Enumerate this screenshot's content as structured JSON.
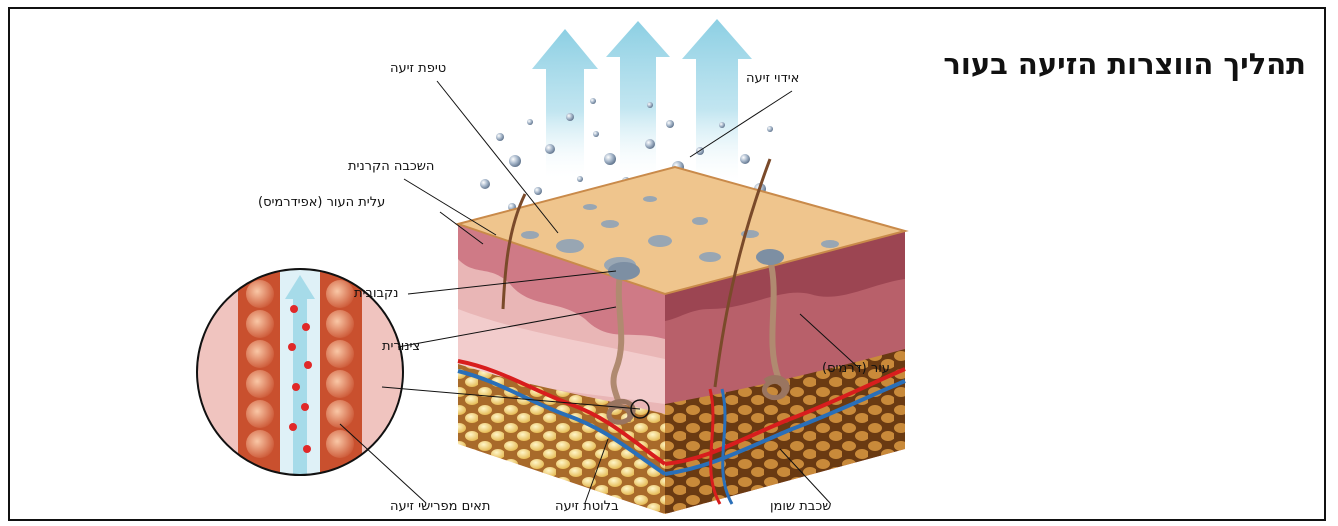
{
  "title": "תהליך הווצרות הזיעה בעור",
  "labels": {
    "sweat_drop": "טיפת זיעה",
    "sweat_evaporation": "אידוי זיעה",
    "stratum_corneum": "השכבה הקרנית",
    "epidermis": "עלית העור (אפידרמיס)",
    "pore": "נקבובית",
    "duct": "צינורית",
    "dermis": "עור (דרמיס)",
    "secretory_cells": "תאים מפרישי זיעה",
    "sweat_gland": "בלוטת זיעה",
    "fat_layer": "שכבת שומן"
  },
  "colors": {
    "arrow": "#a6dbe9",
    "surface": "#efc58d",
    "epidermis": "#cf7a86",
    "dermis": "#e9b6b6",
    "fat": "#f3d77e",
    "artery": "#d81d1d",
    "vein": "#2a6fb8"
  }
}
